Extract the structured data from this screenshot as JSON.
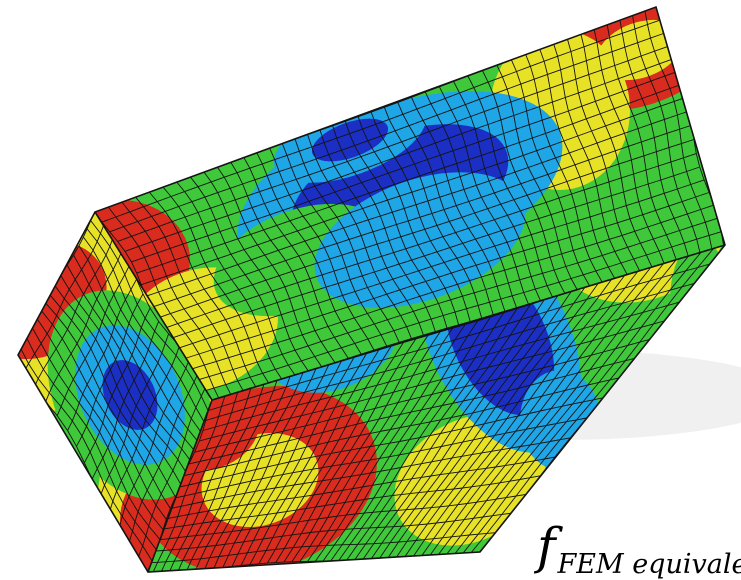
{
  "formula": {
    "symbol": "f",
    "subscript": "FEM equivalent",
    "operator": "="
  },
  "colormap": {
    "low": "#1c2fc4",
    "mid_low": "#1ea6e6",
    "mid": "#3fc93a",
    "mid_high": "#e8e227",
    "high": "#d92b1e",
    "mesh_line": "#141414"
  },
  "icons": {
    "model": "fem-mesh-block"
  }
}
